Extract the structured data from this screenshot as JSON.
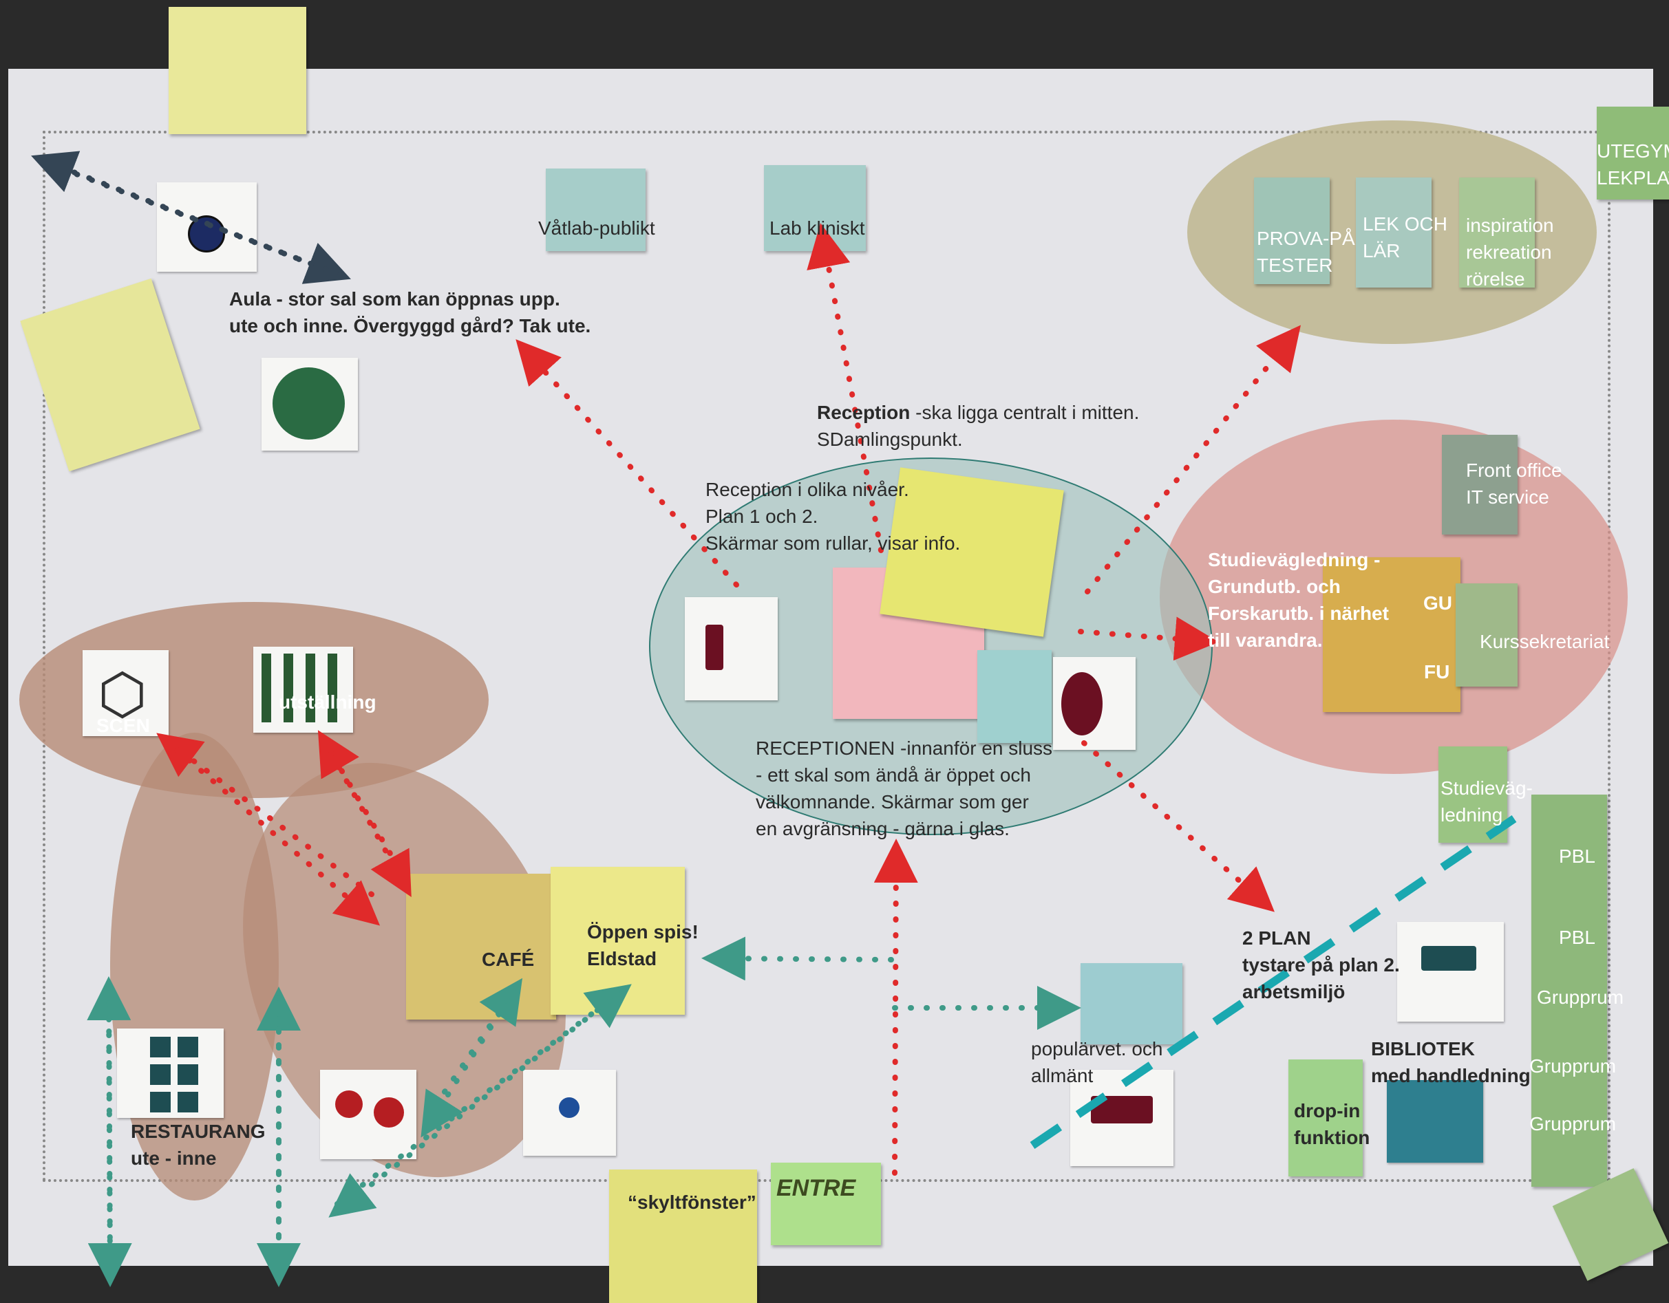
{
  "labels": {
    "aula": "Aula - stor sal som kan öppnas upp.\nute och inne. Övergyggd gård? Tak ute.",
    "vatlab": "Våtlab-publikt",
    "lab_kliniskt": "Lab kliniskt",
    "reception_bold": "Reception",
    "reception_rest": " -ska ligga centralt i mitten.\nSDamlingspunkt.",
    "reception_nivaer": "Reception i olika nivåer.\nPlan 1 och 2.\nSkärmar som rullar, visar info.",
    "receptionen": "RECEPTIONEN -innanför en sluss\n- ett skal som ändå är öppet och\nvälkomnande. Skärmar som ger\nen avgränsning - gärna i glas.",
    "prova_pa": "PROVA-PÅ\nTESTER",
    "lek_och_lar": "LEK OCH\nLÄR",
    "inspiration": "inspiration\nrekreation\nrörelse",
    "utegym": "UTEGYM\nLEKPLAT",
    "front_office": "Front office\nIT service",
    "studievagledning": "Studievägledning -\nGrundutb. och\nForskarutb. i närhet\ntill varandra.",
    "gu": "GU",
    "fu": "FU",
    "kurssekretariat": "Kurssekretariat",
    "studievag": "Studieväg-\nledning",
    "pbl1": "PBL",
    "pbl2": "PBL",
    "grupprum1": "Grupprum",
    "grupprum2": "Grupprum",
    "grupprum3": "Grupprum",
    "scen": "SCEN",
    "utstallning": "utställning",
    "cafe": "CAFÉ",
    "oppen_spis": "Öppen spis!\nEldstad",
    "restaurang": "RESTAURANG\nute - inne",
    "skyltfonster": "“skyltfönster”",
    "entre": "ENTRE",
    "plan2": "2 PLAN\ntystare på plan 2.\narbetsmiljö",
    "popularvet": "populärvet. och\nallmänt",
    "bibliotek": "BIBLIOTEK\nmed handledning",
    "dropin": "drop-in\nfunktion"
  },
  "colors": {
    "board": "#e4e4e8",
    "background": "#2a2a2a",
    "red_arrow": "#e02a2a",
    "teal_arrow": "#3f9a88",
    "dark_arrow": "#344555",
    "cyan_dash": "#1aa8b0",
    "olive_zone": "#b9b083",
    "red_zone": "#d99089",
    "brown_zone": "#b68b76",
    "teal_zone": "#9fc1bb"
  },
  "icons": [
    "round-table-icon",
    "hexagon-stage-icon",
    "exhibition-icon",
    "restaurant-tables-icon",
    "meeting-table-icon",
    "classroom-icon",
    "bookshelf-icon",
    "green-circle-icon",
    "flow-diagram-icon"
  ]
}
